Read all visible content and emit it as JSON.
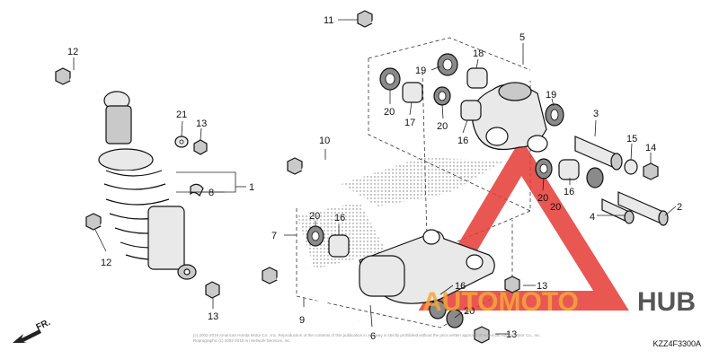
{
  "diagram": {
    "code": "KZZ4F3300A",
    "front_marker": "FR.",
    "copyright_lines": [
      "(c) 2002-2019 American Honda Motor Co., Inc. Reproduction of the contents of this publication in any way is strictly prohibited without the prior written approval of American Honda Motor Co., Inc.",
      "Reprographic (c) 2002-2019 Ari Network Services, Inc."
    ],
    "watermark": {
      "text_left": "AUTOMOTO",
      "text_right": "HUB",
      "accent_color": "#f4a73b",
      "triangle_color": "#e53935"
    },
    "callouts": {
      "c1": "1",
      "c2": "2",
      "c3": "3",
      "c4": "4",
      "c5": "5",
      "c6": "6",
      "c7": "7",
      "c8": "8",
      "c9": "9",
      "c10": "10",
      "c11": "11",
      "c12a": "12",
      "c12b": "12",
      "c13a": "13",
      "c13b": "13",
      "c13c": "13",
      "c13d": "13",
      "c14": "14",
      "c15": "15",
      "c16a": "16",
      "c16b": "16",
      "c16c": "16",
      "c16d": "16",
      "c17": "17",
      "c18": "18",
      "c19a": "19",
      "c19b": "19",
      "c20a": "20",
      "c20b": "20",
      "c20c": "20",
      "c20d": "20",
      "c20e": "20",
      "c20f": "20",
      "c21": "21"
    }
  }
}
